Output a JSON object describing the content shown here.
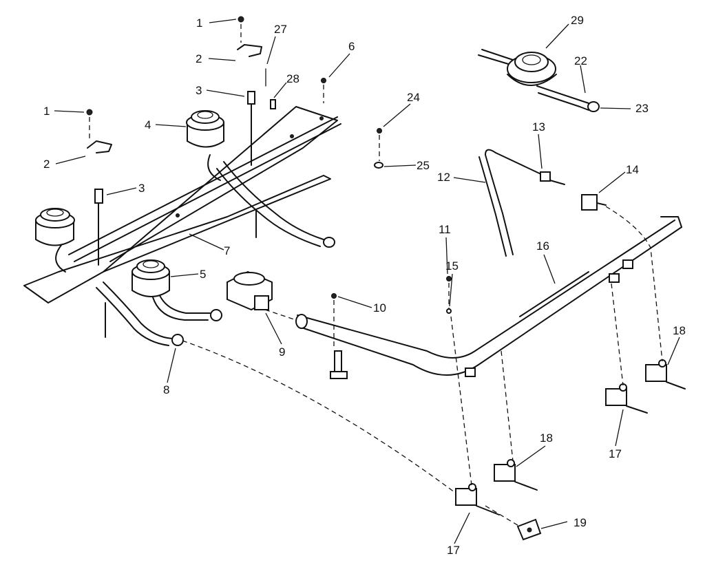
{
  "diagram": {
    "callouts": [
      {
        "id": "c1a",
        "text": "1"
      },
      {
        "id": "c2a",
        "text": "2"
      },
      {
        "id": "c27",
        "text": "27"
      },
      {
        "id": "c28",
        "text": "28"
      },
      {
        "id": "c3a",
        "text": "3"
      },
      {
        "id": "c6",
        "text": "6"
      },
      {
        "id": "c29",
        "text": "29"
      },
      {
        "id": "c22",
        "text": "22"
      },
      {
        "id": "c23",
        "text": "23"
      },
      {
        "id": "c1b",
        "text": "1"
      },
      {
        "id": "c4",
        "text": "4"
      },
      {
        "id": "c2b",
        "text": "2"
      },
      {
        "id": "c24",
        "text": "24"
      },
      {
        "id": "c25",
        "text": "25"
      },
      {
        "id": "c13",
        "text": "13"
      },
      {
        "id": "c14",
        "text": "14"
      },
      {
        "id": "c12",
        "text": "12"
      },
      {
        "id": "c3b",
        "text": "3"
      },
      {
        "id": "c7",
        "text": "7"
      },
      {
        "id": "c5",
        "text": "5"
      },
      {
        "id": "c11",
        "text": "11"
      },
      {
        "id": "c15",
        "text": "15"
      },
      {
        "id": "c16",
        "text": "16"
      },
      {
        "id": "c10",
        "text": "10"
      },
      {
        "id": "c9",
        "text": "9"
      },
      {
        "id": "c8",
        "text": "8"
      },
      {
        "id": "c18a",
        "text": "18"
      },
      {
        "id": "c17a",
        "text": "17"
      },
      {
        "id": "c18b",
        "text": "18"
      },
      {
        "id": "c19",
        "text": "19"
      },
      {
        "id": "c17b",
        "text": "17"
      }
    ]
  }
}
